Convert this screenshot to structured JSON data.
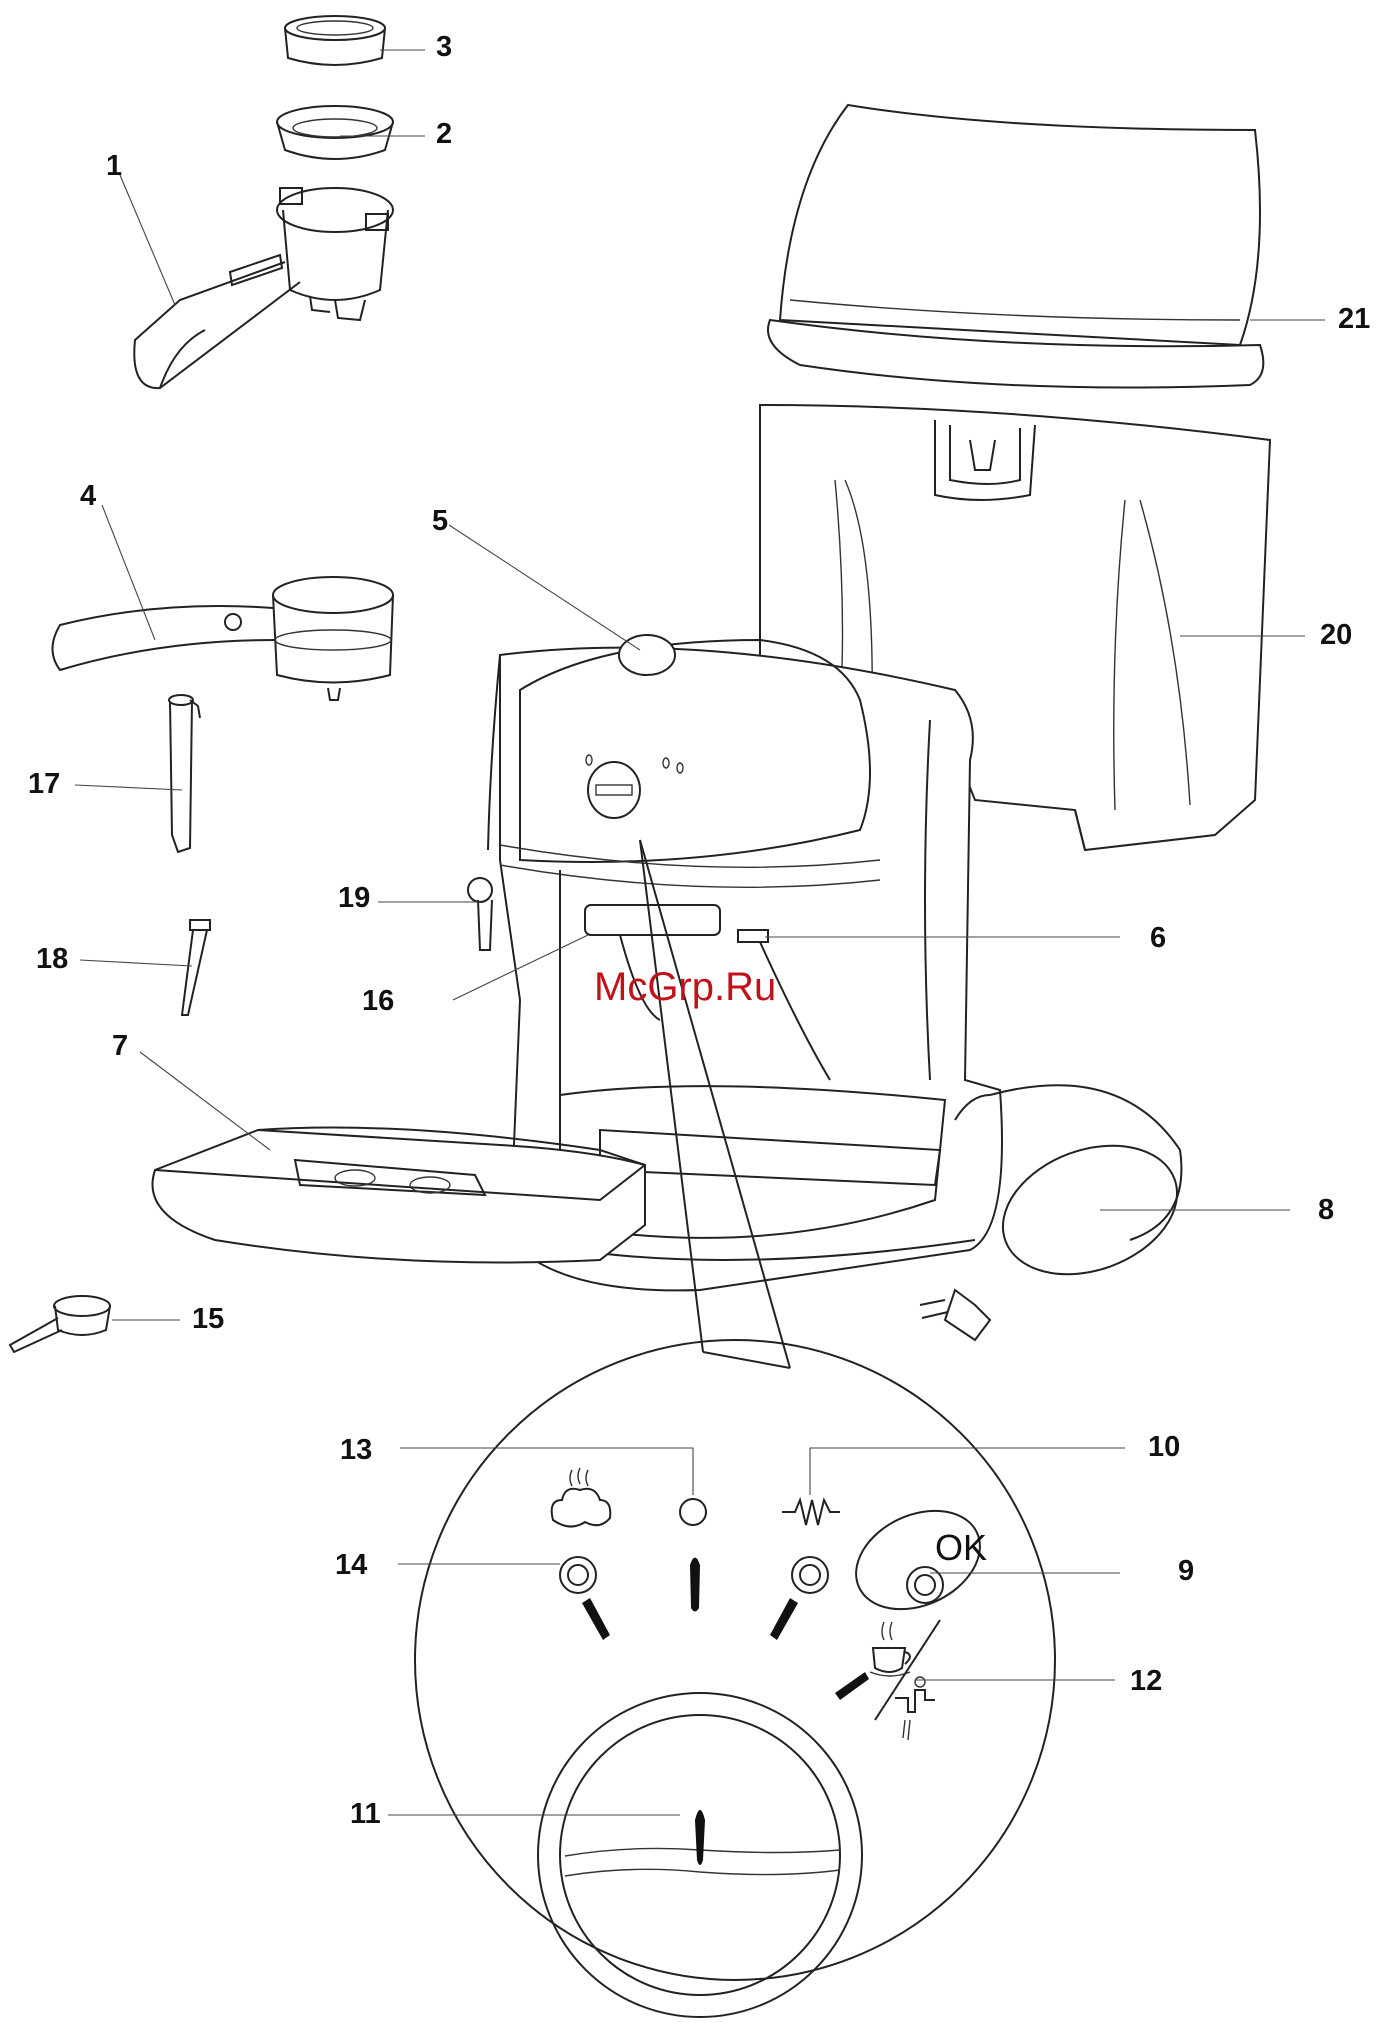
{
  "callouts": {
    "c1": "1",
    "c2": "2",
    "c3": "3",
    "c4": "4",
    "c5": "5",
    "c6": "6",
    "c7": "7",
    "c8": "8",
    "c9": "9",
    "c10": "10",
    "c11": "11",
    "c12": "12",
    "c13": "13",
    "c14": "14",
    "c15": "15",
    "c16": "16",
    "c17": "17",
    "c18": "18",
    "c19": "19",
    "c20": "20",
    "c21": "21"
  },
  "control_panel": {
    "ok_label": "OK"
  },
  "watermark": "McGrp.Ru",
  "icons": [
    "steam-icon",
    "power-icon",
    "heater-icon",
    "ok-button-icon",
    "cup-icon",
    "water-tap-icon"
  ],
  "colors": {
    "line": "#222222",
    "watermark": "#c0121a",
    "background": "#ffffff"
  }
}
